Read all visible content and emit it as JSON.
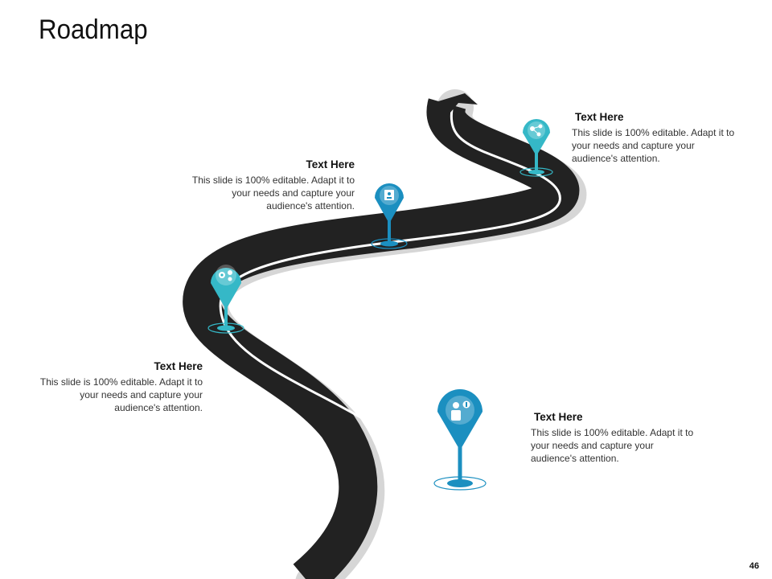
{
  "slide": {
    "title": "Roadmap",
    "page_number": "46"
  },
  "colors": {
    "road": "#222222",
    "road_shadow": "#d6d6d6",
    "lane_line": "#ffffff",
    "pin_teal": "#35b8c7",
    "pin_blue": "#1b8fc0"
  },
  "milestones": [
    {
      "heading": "Text Here",
      "body": "This slide is 100% editable. Adapt it to your needs and capture your audience's attention.",
      "icon": "team-gears-icon"
    },
    {
      "heading": "Text Here",
      "body": "This slide is 100% editable. Adapt it to your needs and capture your audience's attention.",
      "icon": "document-person-icon"
    },
    {
      "heading": "Text Here",
      "body": "This slide is 100% editable. Adapt it to your needs and capture your audience's attention.",
      "icon": "network-icon"
    },
    {
      "heading": "Text Here",
      "body": "This slide is 100% editable. Adapt it to your needs and capture your audience's attention.",
      "icon": "businessman-money-icon"
    }
  ]
}
